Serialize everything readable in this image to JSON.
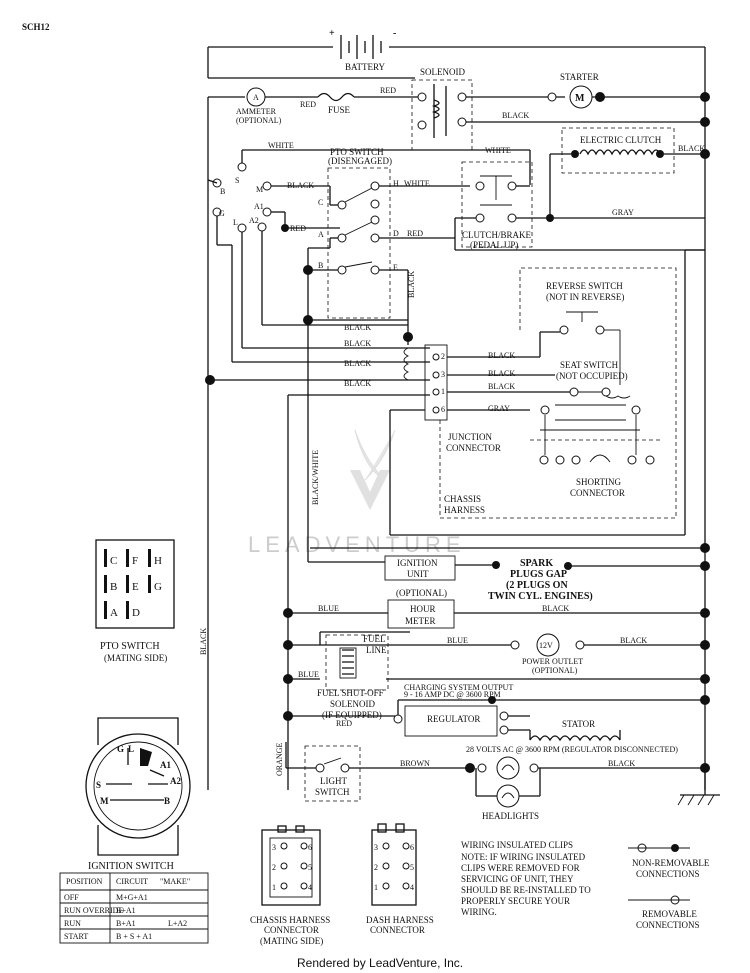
{
  "header": {
    "code": "SCH12"
  },
  "battery": {
    "label": "BATTERY",
    "plus": "+",
    "minus": "-"
  },
  "ammeter": {
    "symbol": "A",
    "label": "AMMETER",
    "sublabel": "(OPTIONAL)"
  },
  "fuse": {
    "label": "FUSE"
  },
  "solenoid": {
    "label": "SOLENOID"
  },
  "starter": {
    "label": "STARTER",
    "symbol": "M"
  },
  "electric_clutch": {
    "label": "ELECTRIC CLUTCH"
  },
  "pto_switch": {
    "label": "PTO SWITCH",
    "sublabel": "(DISENGAGED)",
    "terminals": [
      "C",
      "H",
      "A",
      "D",
      "B",
      "E"
    ]
  },
  "clutch_brake": {
    "label": "CLUTCH/BRAKE",
    "sublabel": "(PEDAL UP)"
  },
  "ignition_terminals": [
    "S",
    "M",
    "B",
    "A1",
    "G",
    "L",
    "A2"
  ],
  "wires": {
    "white": "WHITE",
    "black": "BLACK",
    "red": "RED",
    "gray": "GRAY",
    "blue": "BLUE",
    "orange": "ORANGE",
    "brown": "BROWN",
    "black_white": "BLACK/WHITE"
  },
  "reverse_switch": {
    "label": "REVERSE SWITCH",
    "sublabel": "(NOT IN REVERSE)"
  },
  "seat_switch": {
    "label": "SEAT SWITCH",
    "sublabel": "(NOT OCCUPIED)"
  },
  "junction": {
    "label": "JUNCTION",
    "sublabel": "CONNECTOR",
    "pins": [
      "2",
      "3",
      "1",
      "6"
    ]
  },
  "shorting_connector": {
    "label": "SHORTING",
    "sublabel": "CONNECTOR"
  },
  "chassis_harness": {
    "label": "CHASSIS",
    "sublabel": "HARNESS"
  },
  "watermark": "LEADVENTURE",
  "ignition_unit": {
    "label": "IGNITION",
    "sublabel": "UNIT"
  },
  "spark_plugs": {
    "line1": "SPARK",
    "line2": "PLUGS GAP",
    "line3": "(2 PLUGS ON",
    "line4": "TWIN CYL. ENGINES)"
  },
  "hour_meter": {
    "optional": "(OPTIONAL)",
    "label": "HOUR",
    "sublabel": "METER"
  },
  "fuel_line": {
    "label": "FUEL",
    "sublabel": "LINE"
  },
  "power_outlet": {
    "symbol": "12V",
    "label": "POWER OUTLET",
    "sublabel": "(OPTIONAL)"
  },
  "fuel_solenoid": {
    "line1": "FUEL SHUT-OFF",
    "line2": "SOLENOID",
    "line3": "(IF EQUIPPED)"
  },
  "charging": {
    "line1": "CHARGING SYSTEM OUTPUT",
    "line2": "9 - 16 AMP DC @ 3600 RPM"
  },
  "regulator": {
    "label": "REGULATOR"
  },
  "stator": {
    "label": "STATOR"
  },
  "ac_note": "28 VOLTS AC @ 3600 RPM (REGULATOR DISCONNECTED)",
  "light_switch": {
    "label": "LIGHT",
    "sublabel": "SWITCH"
  },
  "headlights": {
    "label": "HEADLIGHTS"
  },
  "pto_mating": {
    "grid": [
      [
        "C",
        "F",
        "H"
      ],
      [
        "B",
        "E",
        "G"
      ],
      [
        "A",
        "D",
        ""
      ]
    ],
    "label": "PTO SWITCH",
    "sublabel": "(MATING SIDE)"
  },
  "ignition_face": {
    "labels": [
      "G",
      "L",
      "A1",
      "S",
      "A2",
      "M",
      "B"
    ],
    "title": "IGNITION SWITCH"
  },
  "ignition_table": {
    "headers": [
      "POSITION",
      "CIRCUIT",
      "\"MAKE\""
    ],
    "rows": [
      [
        "OFF",
        "M+G+A1",
        ""
      ],
      [
        "RUN OVERRIDE",
        "B+A1",
        ""
      ],
      [
        "RUN",
        "B+A1",
        "L+A2"
      ],
      [
        "START",
        "B + S + A1",
        ""
      ]
    ]
  },
  "chassis_connector": {
    "line1": "CHASSIS HARNESS",
    "line2": "CONNECTOR",
    "line3": "(MATING SIDE)",
    "pins": [
      "3",
      "6",
      "2",
      "5",
      "1",
      "4"
    ]
  },
  "dash_connector": {
    "line1": "DASH HARNESS",
    "line2": "CONNECTOR",
    "pins": [
      "3",
      "6",
      "2",
      "5",
      "1",
      "4"
    ]
  },
  "clips_note": {
    "title": "WIRING INSULATED CLIPS",
    "lines": [
      "NOTE: IF WIRING INSULATED",
      "CLIPS WERE REMOVED FOR",
      "SERVICING OF UNIT, THEY",
      "SHOULD BE RE-INSTALLED TO",
      "PROPERLY SECURE YOUR",
      "WIRING."
    ]
  },
  "legend": {
    "non_removable": [
      "NON-REMOVABLE",
      "CONNECTIONS"
    ],
    "removable": [
      "REMOVABLE",
      "CONNECTIONS"
    ]
  },
  "footer": "Rendered by LeadVenture, Inc."
}
